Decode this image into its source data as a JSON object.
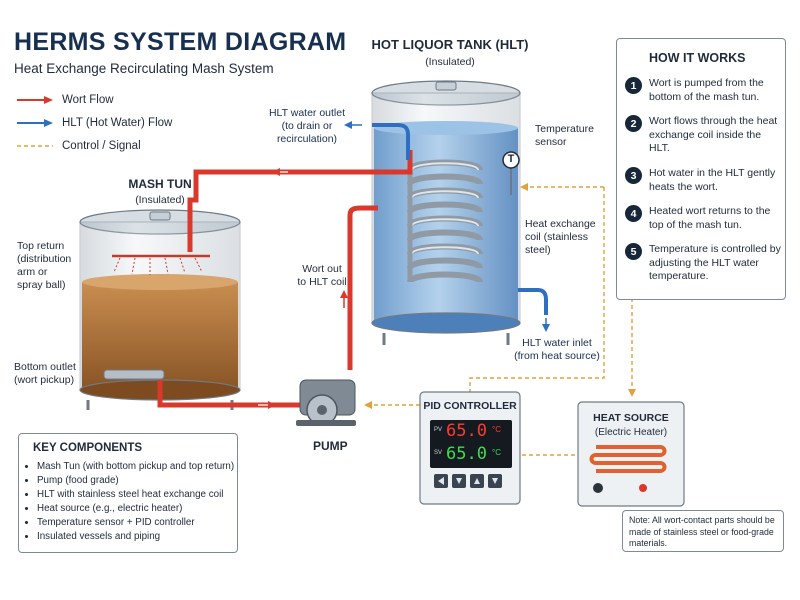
{
  "title": "HERMS SYSTEM DIAGRAM",
  "subtitle": "Heat Exchange Recirculating Mash System",
  "legend": [
    {
      "label": "Wort Flow",
      "color": "#d9382b",
      "style": "arrow"
    },
    {
      "label": "HLT (Hot Water) Flow",
      "color": "#2e6fc2",
      "style": "arrow"
    },
    {
      "label": "Control / Signal",
      "color": "#e0a23a",
      "style": "dashed"
    }
  ],
  "hlt": {
    "title": "HOT LIQUOR TANK (HLT)",
    "subtitle": "(Insulated)"
  },
  "mash_tun": {
    "title": "MASH TUN",
    "subtitle": "(Insulated)"
  },
  "labels": {
    "hlt_outlet": "HLT water outlet\n(to drain or\nrecirculation)",
    "temp_sensor": "Temperature\nsensor",
    "heat_coil": "Heat exchange\ncoil (stainless\nsteel)",
    "hlt_inlet": "HLT water inlet\n(from heat source)",
    "wort_out": "Wort out\nto HLT coil",
    "top_return": "Top return\n(distribution\narm or\nspray ball)",
    "bottom_outlet": "Bottom outlet\n(wort pickup)",
    "pump": "PUMP",
    "sensor_glyph": "T"
  },
  "pid": {
    "title": "PID CONTROLLER",
    "pv_label": "PV",
    "sv_label": "SV",
    "pv": "65.0",
    "sv": "65.0",
    "unit": "°C"
  },
  "heat_source": {
    "title": "HEAT SOURCE",
    "subtitle": "(Electric Heater)"
  },
  "how_it_works": {
    "title": "HOW IT WORKS",
    "steps": [
      {
        "n": "1",
        "text": "Wort is pumped from the bottom of the mash tun."
      },
      {
        "n": "2",
        "text": "Wort flows through the heat exchange coil inside the HLT."
      },
      {
        "n": "3",
        "text": "Hot water in the HLT gently heats the wort."
      },
      {
        "n": "4",
        "text": "Heated wort returns to the top of the mash tun."
      },
      {
        "n": "5",
        "text": "Temperature is controlled by adjusting the HLT water temperature."
      }
    ]
  },
  "key_components": {
    "title": "KEY COMPONENTS",
    "items": [
      "Mash Tun (with bottom pickup and top return)",
      "Pump (food grade)",
      "HLT with stainless steel heat exchange coil",
      "Heat source (e.g., electric heater)",
      "Temperature sensor + PID controller",
      "Insulated vessels and piping"
    ]
  },
  "note": "Note: All wort-contact parts should be made of stainless steel or food-grade materials.",
  "colors": {
    "wort": "#d9382b",
    "hlt_water": "#2e6fc2",
    "signal": "#e0a23a",
    "steel": "#a9b4be",
    "navy": "#18304f"
  }
}
